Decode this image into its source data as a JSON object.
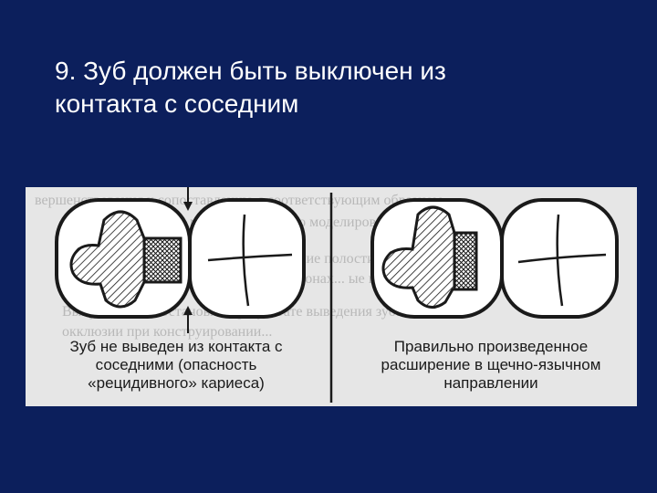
{
  "slide": {
    "title_lines": [
      "9. Зуб должен быть выключен из",
      "контакта с соседним"
    ]
  },
  "figure": {
    "left_caption_lines": [
      "Зуб не выведен из контакта с",
      "соседними (опасность",
      "«рецидивного» кариеса)"
    ],
    "right_caption_lines": [
      "Правильно произведенное",
      "расширение в щечно-язычном",
      "направлении"
    ],
    "background_text_lines": [
      "вершенствования к сопоставлению с соответствующим образцом",
      "морфологического моделирования.",
      "ирование полости в зависимости от ее расположения в",
      "зонах... ые плоскость на рисунке 14.",
      "Вынужденная постановка в результате выведения зуба из",
      "окклюзии при конструировании..."
    ]
  },
  "colors": {
    "background": "#0c1f5c",
    "title": "#ffffff",
    "figure_bg": "#e6e6e6",
    "ink": "#1a1a1a"
  }
}
